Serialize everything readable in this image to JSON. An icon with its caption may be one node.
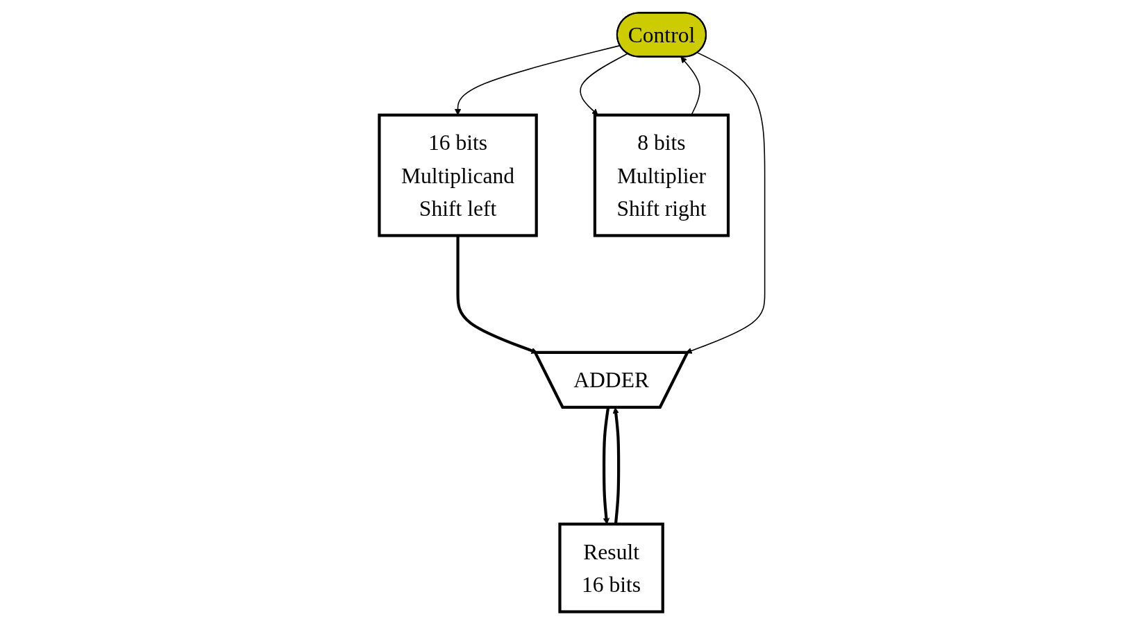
{
  "diagram": {
    "nodes": [
      {
        "text": [
          "16 bits",
          "Multiplicand",
          "Shift left"
        ]
      },
      {
        "text": [
          "ADDER"
        ]
      },
      {
        "text": [
          "Result",
          "16 bits"
        ]
      },
      {
        "text": [
          "Control"
        ]
      },
      {
        "text": [
          "8 bits",
          "Multiplier",
          "Shift right"
        ]
      }
    ],
    "edges": [
      {
        "from": 0,
        "to": 1,
        "arrow": "to",
        "style": "thick"
      },
      {
        "from": 2,
        "to": 1,
        "arrow": "to",
        "style": "thick"
      },
      {
        "from": 1,
        "to": 2,
        "arrow": "to",
        "style": "thick"
      },
      {
        "from": 3,
        "to": 1,
        "arrow": "to"
      },
      {
        "from": 3,
        "to": 0,
        "arrow": "to"
      },
      {
        "from": 4,
        "to": 3,
        "arrow": "to"
      },
      {
        "from": 3,
        "to": 4,
        "arrow": "to"
      }
    ]
  }
}
